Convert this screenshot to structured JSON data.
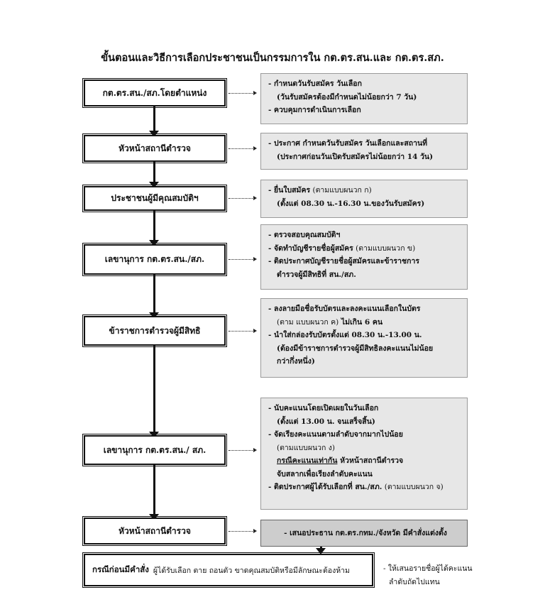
{
  "title": "ขั้นตอนและวิธีการเลือกประชาชนเป็นกรรมการใน กต.ตร.สน.และ กต.ตร.สภ.",
  "steps": [
    "กต.ตร.สน./สภ.โดยตำแหน่ง",
    "หัวหน้าสถานีตำรวจ",
    "ประชาชนผู้มีคุณสมบัติฯ",
    "เลขานุการ กต.ตร.สน./สภ.",
    "ข้าราชการตำรวจผู้มีสิทธิ",
    "เลขานุการ กต.ตร.สน./ สภ.",
    "หัวหน้าสถานีตำรวจ"
  ],
  "notes": {
    "n1": {
      "l1": "-  กำหนดวันรับสมัคร วันเลือก",
      "l2": "(วันรับสมัครต้องมีกำหนดไม่น้อยกว่า 7 วัน)",
      "l3": "-  ควบคุมการดำเนินการเลือก"
    },
    "n2": {
      "l1": "-  ประกาศ กำหนดวันรับสมัคร วันเลือกและสถานที่",
      "l2": "(ประกาศก่อนวันเปิดรับสมัครไม่น้อยกว่า 14 วัน)"
    },
    "n3": {
      "l1": "-  ยื่นใบสมัคร",
      "l1b": " (ตามแบบผนวก ก)",
      "l2": "(ตั้งแต่ 08.30 น.-16.30 น.ของวันรับสมัคร)"
    },
    "n4": {
      "l1": "-  ตรวจสอบคุณสมบัติฯ",
      "l2": "-  จัดทำบัญชีรายชื่อผู้สมัคร",
      "l2b": " (ตามแบบผนวก ข)",
      "l3": "-  ติดประกาศบัญชีรายชื่อผู้สมัครและข้าราชการ",
      "l4": "ตำรวจผู้มีสิทธิที่ สน./สภ."
    },
    "n5": {
      "l1": "-  ลงลายมือชื่อรับบัตรและลงคะแนนเลือกในบัตร",
      "l2": "(ตาม แบบผนวก ค)",
      "l2b": "  ไม่เกิน 6 คน",
      "l3": "-  นำใส่กล่องรับบัตรตั้งแต่ 08.30 น.-13.00 น.",
      "l4": "(ต้องมีข้าราชการตำรวจผู้มีสิทธิลงคะแนนไม่น้อย",
      "l5": "กว่ากึ่งหนึ่ง)"
    },
    "n6": {
      "l1": "-  นับคะแนนโดยเปิดเผยในวันเลือก",
      "l2": "(ตั้งแต่ 13.00 น. จนเสร็จสิ้น)",
      "l3": "-  จัดเรียงคะแนนตามลำดับจากมากไปน้อย",
      "l4": "(ตามแบบผนวก ง)",
      "l5a": "กรณีคะแนนเท่ากัน",
      "l5b": "   หัวหน้าสถานีตำรวจ",
      "l6": "จับสลากเพื่อเรียงลำดับคะแนน",
      "l7": "-  ติดประกาศผู้ได้รับเลือกที่ สน./สภ.",
      "l7b": " (ตามแบบผนวก จ)"
    },
    "n7": "-  เสนอประธาน กต.ตร.กทม./จังหวัด มีคำสั่งแต่งตั้ง"
  },
  "final": {
    "bold": "กรณีก่อนมีคำสั่ง",
    "text": "ผู้ได้รับเลือก ตาย ถอนตัว ขาดคุณสมบัติหรือมีลักษณะต้องห้าม"
  },
  "side_note": {
    "l1": "- ให้เสนอรายชื่อผู้ได้คะแนน",
    "l2": "ลำดับถัดไปแทน"
  }
}
